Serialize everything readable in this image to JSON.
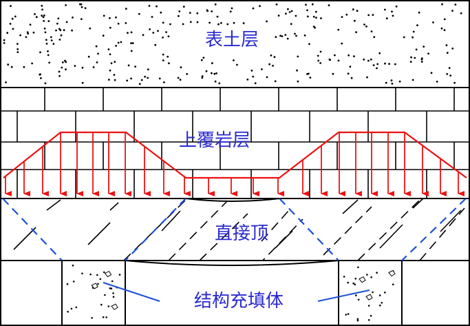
{
  "labels": {
    "topsoil": "表土层",
    "overburden": "上覆岩层",
    "immediate_roof": "直接顶",
    "structural_fill": "结构充填体"
  },
  "colors": {
    "load_arrows": "#ee1111",
    "dashed_lines": "#1a4fd6",
    "label_text": "#2a2ad0",
    "outline": "#000000"
  }
}
